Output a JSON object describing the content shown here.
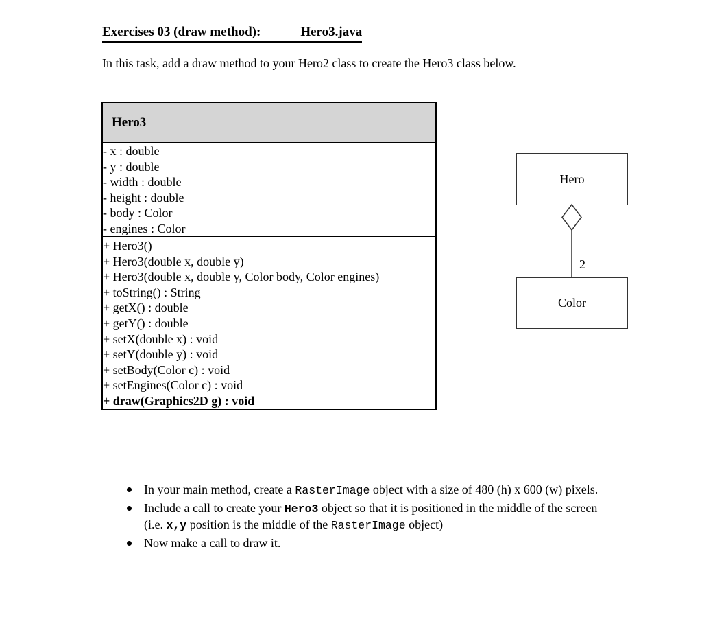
{
  "header": {
    "title_left": "Exercises 03 (draw method):",
    "title_right": "Hero3.java",
    "intro": "In this task, add a draw method to your Hero2 class to create the Hero3 class below."
  },
  "class_diagram": {
    "name": "Hero3",
    "header_bg": "#d5d5d5",
    "border_color": "#000000",
    "fields": [
      "- x : double",
      "- y : double",
      "- width : double",
      "- height : double",
      "- body : Color",
      "- engines : Color"
    ],
    "methods": [
      {
        "text": "+ Hero3()",
        "bold": false
      },
      {
        "text": "+ Hero3(double x, double y)",
        "bold": false
      },
      {
        "text": "+ Hero3(double x, double y, Color body, Color engines)",
        "bold": false
      },
      {
        "text": "+ toString() : String",
        "bold": false
      },
      {
        "text": "+ getX() : double",
        "bold": false
      },
      {
        "text": "+ getY() : double",
        "bold": false
      },
      {
        "text": "+ setX(double x) : void",
        "bold": false
      },
      {
        "text": "+ setY(double y) : void",
        "bold": false
      },
      {
        "text": "+ setBody(Color c) : void",
        "bold": false
      },
      {
        "text": "+ setEngines(Color c) : void",
        "bold": false
      },
      {
        "text": "+ draw(Graphics2D g) : void",
        "bold": true
      }
    ]
  },
  "relationship_diagram": {
    "parent_class": "Hero",
    "child_class": "Color",
    "multiplicity": "2",
    "connector_icon": "aggregation-diamond"
  },
  "tasks": [
    {
      "segments": [
        {
          "t": "In your main method, create a ",
          "style": "plain"
        },
        {
          "t": "RasterImage",
          "style": "mono"
        },
        {
          "t": " object with a size of 480 (h) x 600 (w) pixels.",
          "style": "plain"
        }
      ]
    },
    {
      "segments": [
        {
          "t": "Include a call to create your ",
          "style": "plain"
        },
        {
          "t": "Hero3",
          "style": "mono-bold"
        },
        {
          "t": " object so that it is positioned in the middle of the screen (i.e. ",
          "style": "plain"
        },
        {
          "t": "x,y",
          "style": "mono-bold"
        },
        {
          "t": " position is the middle of the ",
          "style": "plain"
        },
        {
          "t": "RasterImage",
          "style": "mono"
        },
        {
          "t": " object)",
          "style": "plain"
        }
      ]
    },
    {
      "segments": [
        {
          "t": "Now make a call to draw it.",
          "style": "plain"
        }
      ]
    }
  ]
}
